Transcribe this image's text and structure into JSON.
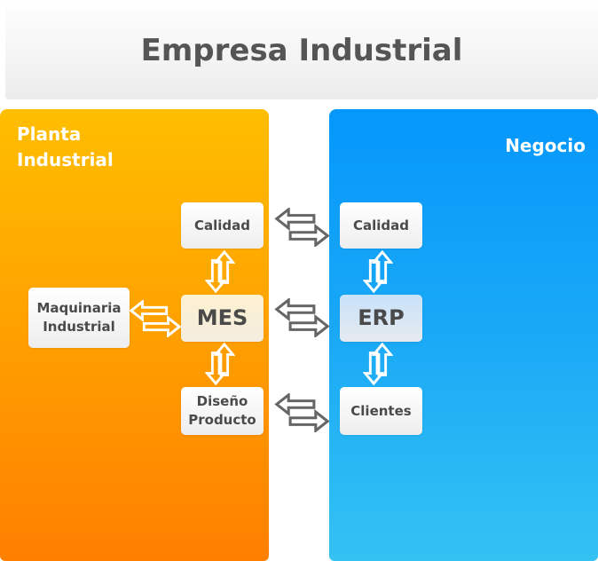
{
  "header": {
    "title": "Empresa Industrial"
  },
  "panels": {
    "plant": {
      "title_line1": "Planta",
      "title_line2": "Industrial",
      "color_top": "#ffbe00",
      "color_bottom": "#ff7f00"
    },
    "business": {
      "title": "Negocio",
      "color_top": "#0597fb",
      "color_bottom": "#34c2f3"
    }
  },
  "nodes": {
    "plant_quality": "Calidad",
    "mes": "MES",
    "machinery_line1": "Maquinaria",
    "machinery_line2": "Industrial",
    "product_design_line1": "Diseño",
    "product_design_line2": "Producto",
    "business_quality": "Calidad",
    "erp": "ERP",
    "clients": "Clientes"
  },
  "connections": [
    {
      "from": "plant_quality",
      "to": "mes",
      "type": "bidirectional-vertical"
    },
    {
      "from": "mes",
      "to": "product_design",
      "type": "bidirectional-vertical"
    },
    {
      "from": "machinery",
      "to": "mes",
      "type": "bidirectional-horizontal"
    },
    {
      "from": "plant_quality",
      "to": "business_quality",
      "type": "bidirectional-horizontal"
    },
    {
      "from": "mes",
      "to": "erp",
      "type": "bidirectional-horizontal"
    },
    {
      "from": "product_design",
      "to": "clients",
      "type": "bidirectional-horizontal"
    },
    {
      "from": "business_quality",
      "to": "erp",
      "type": "bidirectional-vertical"
    },
    {
      "from": "erp",
      "to": "clients",
      "type": "bidirectional-vertical"
    }
  ]
}
